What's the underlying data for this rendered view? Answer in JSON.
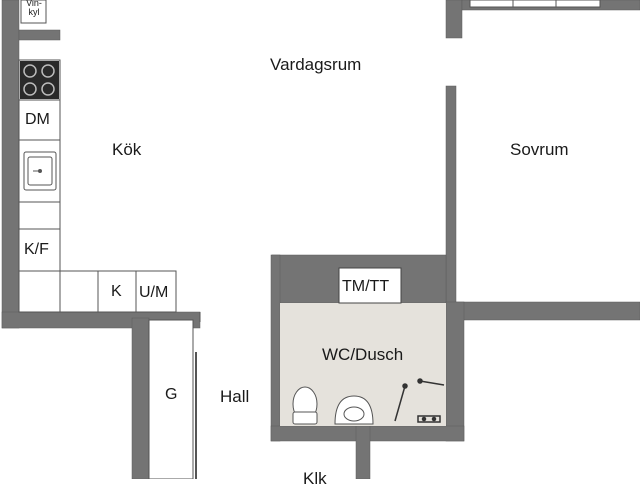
{
  "rooms": {
    "living": "Vardagsrum",
    "kitchen": "Kök",
    "bedroom": "Sovrum",
    "bathroom": "WC/Dusch",
    "hall": "Hall",
    "closet": "Klk"
  },
  "fixtures": {
    "wine_fridge_line1": "Vin-",
    "wine_fridge_line2": "kyl",
    "dishwasher": "DM",
    "fridge_freezer": "K/F",
    "fridge": "K",
    "under_counter": "U/M",
    "wardrobe": "G",
    "washer_dryer": "TM/TT"
  },
  "colors": {
    "wall": "#747474",
    "wall_edge": "#5a5a5a",
    "bathroom_floor": "#e5e2dc",
    "stove": "#2a2a2a"
  }
}
